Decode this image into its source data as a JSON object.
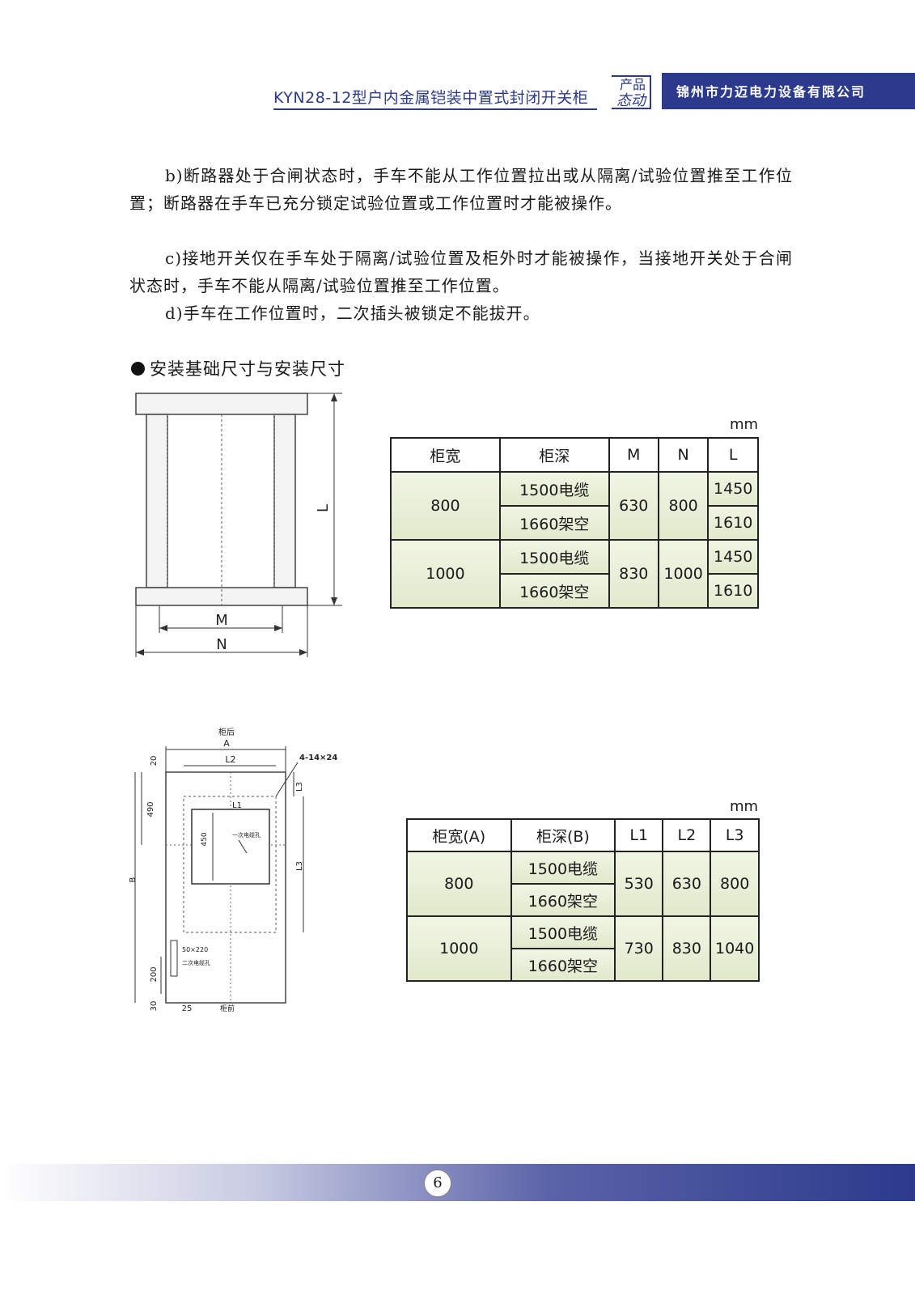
{
  "header": {
    "title": "KYN28-12型户内金属铠装中置式封闭开关柜",
    "logo_top": "产品",
    "logo_bottom": "态动",
    "company": "锦州市力迈电力设备有限公司"
  },
  "paragraphs": {
    "b": "b)断路器处于合闸状态时，手车不能从工作位置拉出或从隔离/试验位置推至工作位置；断路器在手车已充分锁定试验位置或工作位置时才能被操作。",
    "c": "c)接地开关仅在手车处于隔离/试验位置及柜外时才能被操作，当接地开关处于合闸状态时，手车不能从隔离/试验位置推至工作位置。",
    "d": "d)手车在工作位置时，二次插头被锁定不能拔开。"
  },
  "section_heading": "安装基础尺寸与安装尺寸",
  "drawing1": {
    "label_L": "L",
    "label_M": "M",
    "label_N": "N"
  },
  "table1": {
    "unit": "mm",
    "headers": [
      "柜宽",
      "柜深",
      "M",
      "N",
      "L"
    ],
    "groups": [
      {
        "width": "800",
        "M": "630",
        "N": "800",
        "rows": [
          {
            "depth": "1500电缆",
            "L": "1450"
          },
          {
            "depth": "1660架空",
            "L": "1610"
          }
        ]
      },
      {
        "width": "1000",
        "M": "830",
        "N": "1000",
        "rows": [
          {
            "depth": "1500电缆",
            "L": "1450"
          },
          {
            "depth": "1660架空",
            "L": "1610"
          }
        ]
      }
    ]
  },
  "drawing2": {
    "top_label": "柜后",
    "A": "A",
    "L2": "L2",
    "L1": "L1",
    "L3a": "L3",
    "L3b": "L3",
    "B": "B",
    "hole_spec": "4-14×24",
    "d20": "20",
    "d490": "490",
    "d450": "450",
    "primary_hole": "一次电缆孔",
    "slot": "50×220",
    "secondary_hole": "二次电缆孔",
    "d200": "200",
    "d30": "30",
    "d25": "25",
    "bottom_label": "柜前"
  },
  "table2": {
    "unit": "mm",
    "headers": [
      "柜宽(A)",
      "柜深(B)",
      "L1",
      "L2",
      "L3"
    ],
    "groups": [
      {
        "width": "800",
        "L1": "530",
        "L2": "630",
        "L3": "800",
        "rows": [
          {
            "depth": "1500电缆"
          },
          {
            "depth": "1660架空"
          }
        ]
      },
      {
        "width": "1000",
        "L1": "730",
        "L2": "830",
        "L3": "1040",
        "rows": [
          {
            "depth": "1500电缆"
          },
          {
            "depth": "1660架空"
          }
        ]
      }
    ]
  },
  "footer": {
    "page_number": "6"
  }
}
